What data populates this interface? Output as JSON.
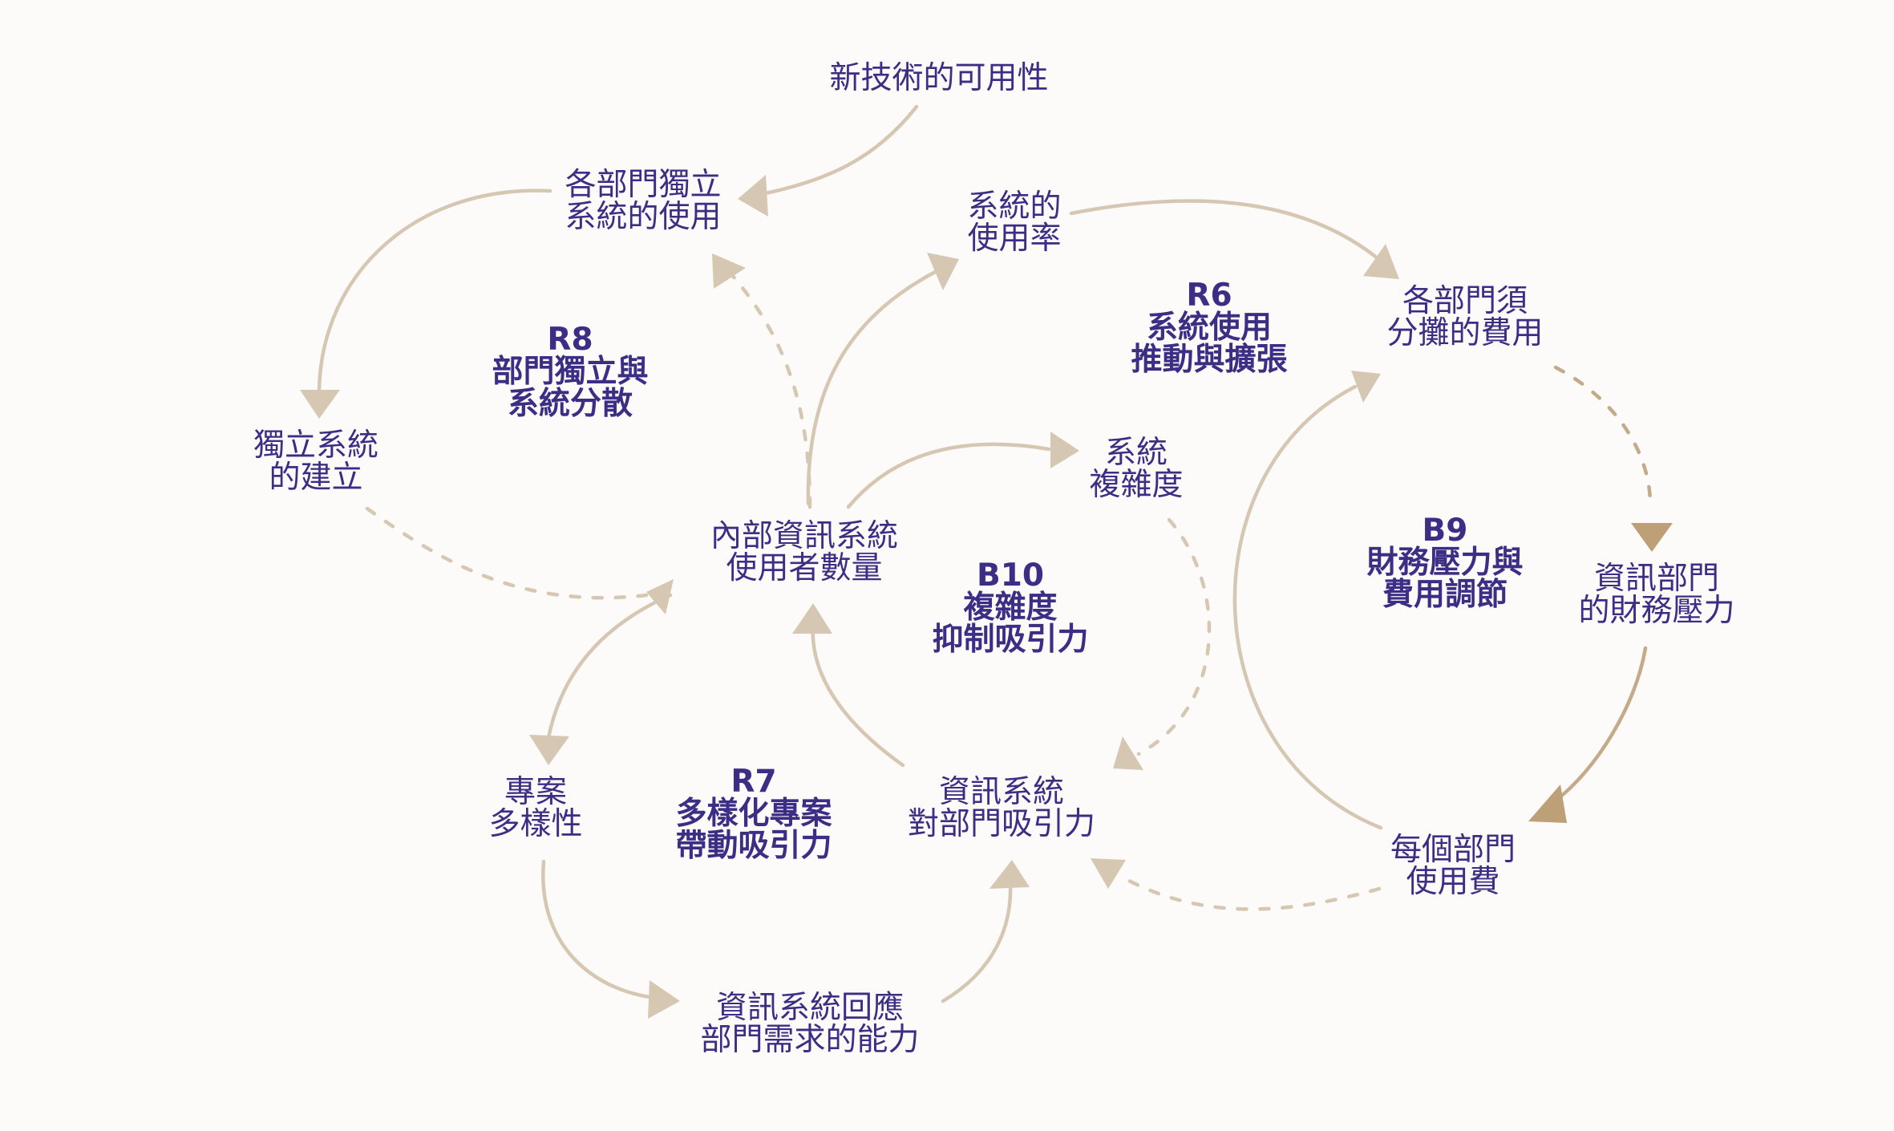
{
  "variables": {
    "new_tech": [
      "新技術的可用性"
    ],
    "dept_independent_use": [
      "各部門獨立",
      "系統的使用"
    ],
    "system_usage_rate": [
      "系統的",
      "使用率"
    ],
    "dept_cost_share": [
      "各部門須",
      "分攤的費用"
    ],
    "independent_system_build": [
      "獨立系統",
      "的建立"
    ],
    "internal_users": [
      "內部資訊系統",
      "使用者數量"
    ],
    "system_complexity": [
      "系統",
      "複雜度"
    ],
    "it_financial_pressure": [
      "資訊部門",
      "的財務壓力"
    ],
    "project_diversity": [
      "專案",
      "多樣性"
    ],
    "it_attractiveness": [
      "資訊系統",
      "對部門吸引力"
    ],
    "per_dept_fee": [
      "每個部門",
      "使用費"
    ],
    "it_responsiveness": [
      "資訊系統回應",
      "部門需求的能力"
    ]
  },
  "loops": {
    "r8": {
      "id": "R8",
      "name": [
        "部門獨立與",
        "系統分散"
      ]
    },
    "r6": {
      "id": "R6",
      "name": [
        "系統使用",
        "推動與擴張"
      ]
    },
    "b10": {
      "id": "B10",
      "name": [
        "複雜度",
        "抑制吸引力"
      ]
    },
    "b9": {
      "id": "B9",
      "name": [
        "財務壓力與",
        "費用調節"
      ]
    },
    "r7": {
      "id": "R7",
      "name": [
        "多樣化專案",
        "帶動吸引力"
      ]
    }
  },
  "colors": {
    "text": "#3b2e84",
    "arrow": "#d6c7b2",
    "arrow_dark": "#bd9f78",
    "background": "#fcfbf9"
  }
}
